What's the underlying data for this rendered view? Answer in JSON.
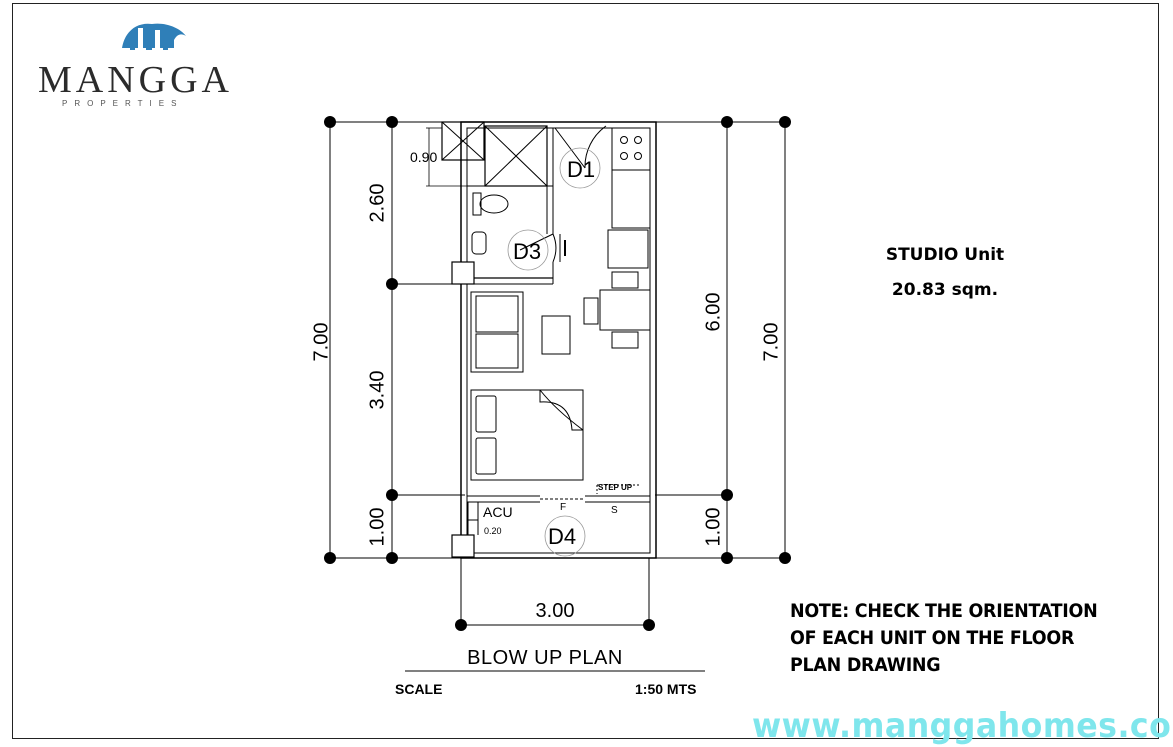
{
  "brand": {
    "name": "MANGGA",
    "tagline": "PROPERTIES",
    "colors": {
      "logo_blue": "#2f7fb8",
      "website_cyan": "#7fe6ec"
    }
  },
  "unit": {
    "title": "STUDIO Unit",
    "area": "20.83 sqm."
  },
  "dimensions": {
    "left_total": "7.00",
    "left_top": "2.60",
    "left_mid": "3.40",
    "left_bottom": "1.00",
    "right_inner": "6.00",
    "right_total": "7.00",
    "right_bottom": "1.00",
    "bottom_width": "3.00",
    "duct": "0.90",
    "acu_small": "0.20"
  },
  "rooms": {
    "door_1": "D1",
    "door_3": "D3",
    "door_4": "D4",
    "acu": "ACU",
    "step_up": "STEP UP",
    "fixture_f": "F",
    "fixture_s": "S"
  },
  "note": {
    "line1": "NOTE: CHECK THE ORIENTATION",
    "line2": "OF EACH UNIT ON THE FLOOR",
    "line3": "PLAN DRAWING"
  },
  "drawing": {
    "title": "BLOW UP PLAN",
    "scale_label": "SCALE",
    "scale_value": "1:50 MTS"
  },
  "website": "www.manggahomes.com"
}
